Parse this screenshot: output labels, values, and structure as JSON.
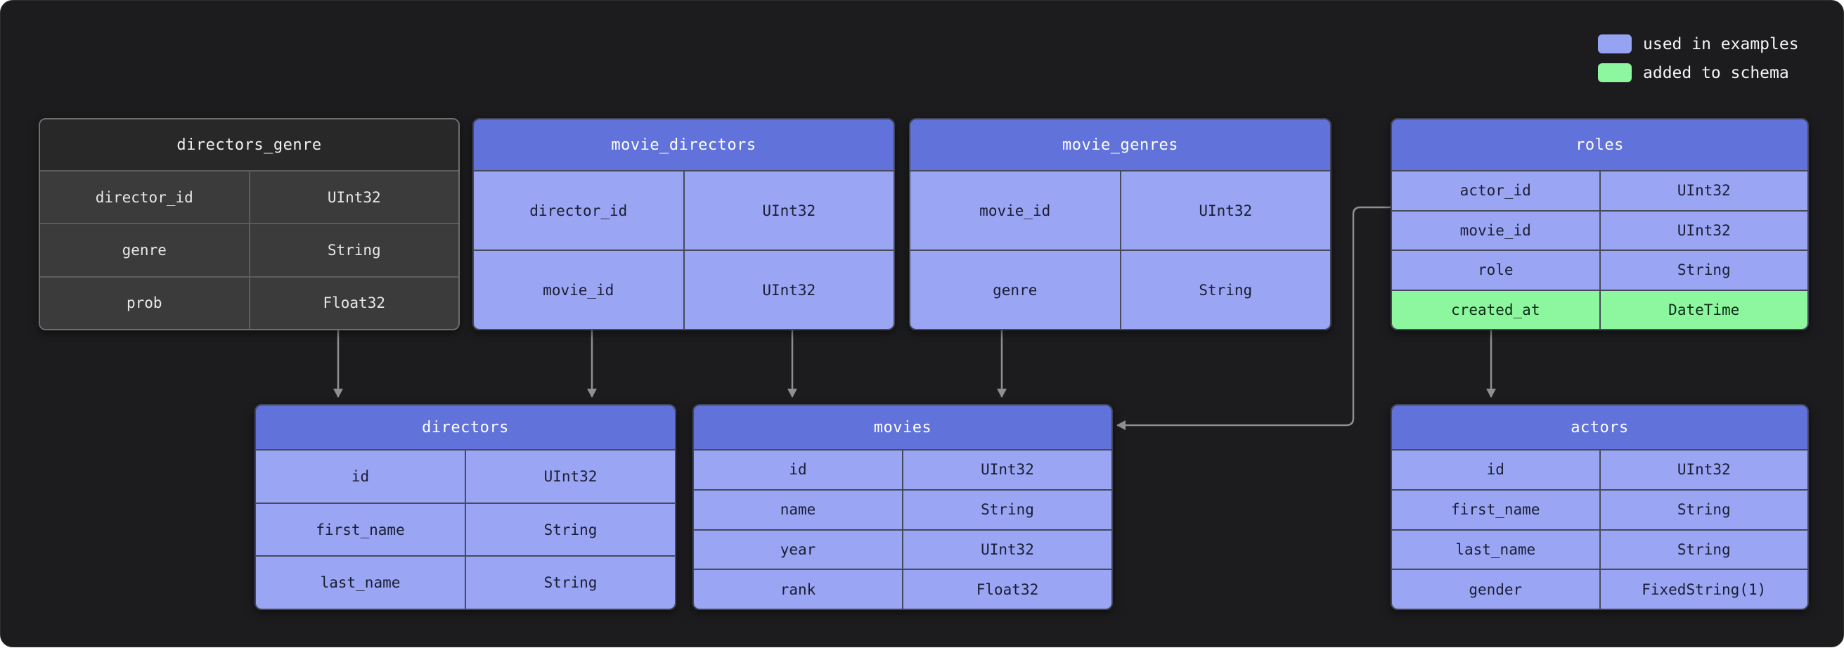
{
  "legend": {
    "items": [
      {
        "label": "used in examples",
        "color": "#96a2f2"
      },
      {
        "label": "added to schema",
        "color": "#8df79f"
      }
    ]
  },
  "colors": {
    "table_blue_header": "#6173db",
    "table_blue_row": "#9aa6f3",
    "table_green_row": "#8df79f",
    "table_dark_row": "#3b3b3b",
    "arrow": "#8f8f8f",
    "background": "#1c1c1e"
  },
  "tables": [
    {
      "id": "directors_genre",
      "title": "directors_genre",
      "theme": "dark",
      "columns": [
        {
          "name": "director_id",
          "type": "UInt32"
        },
        {
          "name": "genre",
          "type": "String"
        },
        {
          "name": "prob",
          "type": "Float32"
        }
      ]
    },
    {
      "id": "movie_directors",
      "title": "movie_directors",
      "theme": "blue",
      "columns": [
        {
          "name": "director_id",
          "type": "UInt32"
        },
        {
          "name": "movie_id",
          "type": "UInt32"
        }
      ]
    },
    {
      "id": "movie_genres",
      "title": "movie_genres",
      "theme": "blue",
      "columns": [
        {
          "name": "movie_id",
          "type": "UInt32"
        },
        {
          "name": "genre",
          "type": "String"
        }
      ]
    },
    {
      "id": "roles",
      "title": "roles",
      "theme": "blue",
      "columns": [
        {
          "name": "actor_id",
          "type": "UInt32"
        },
        {
          "name": "movie_id",
          "type": "UInt32"
        },
        {
          "name": "role",
          "type": "String"
        },
        {
          "name": "created_at",
          "type": "DateTime",
          "highlight": "green"
        }
      ]
    },
    {
      "id": "directors",
      "title": "directors",
      "theme": "blue",
      "columns": [
        {
          "name": "id",
          "type": "UInt32"
        },
        {
          "name": "first_name",
          "type": "String"
        },
        {
          "name": "last_name",
          "type": "String"
        }
      ]
    },
    {
      "id": "movies",
      "title": "movies",
      "theme": "blue",
      "columns": [
        {
          "name": "id",
          "type": "UInt32"
        },
        {
          "name": "name",
          "type": "String"
        },
        {
          "name": "year",
          "type": "UInt32"
        },
        {
          "name": "rank",
          "type": "Float32"
        }
      ]
    },
    {
      "id": "actors",
      "title": "actors",
      "theme": "blue",
      "columns": [
        {
          "name": "id",
          "type": "UInt32"
        },
        {
          "name": "first_name",
          "type": "String"
        },
        {
          "name": "last_name",
          "type": "String"
        },
        {
          "name": "gender",
          "type": "FixedString(1)"
        }
      ]
    }
  ],
  "relationships": [
    {
      "from": "directors_genre",
      "to": "directors"
    },
    {
      "from": "movie_directors",
      "to": "directors"
    },
    {
      "from": "movie_directors",
      "to": "movies"
    },
    {
      "from": "movie_genres",
      "to": "movies"
    },
    {
      "from": "roles",
      "to": "movies"
    },
    {
      "from": "roles",
      "to": "actors"
    }
  ]
}
